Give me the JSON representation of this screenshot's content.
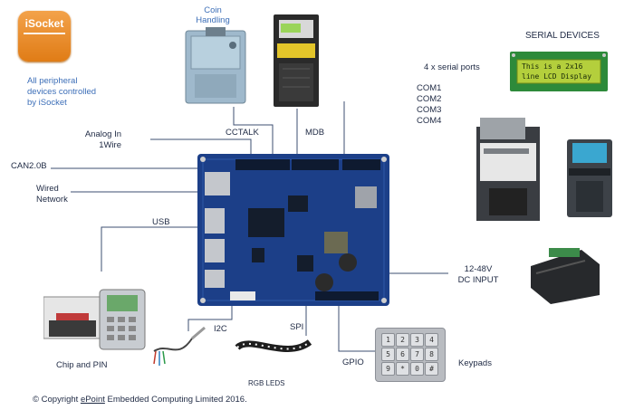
{
  "logo": {
    "text": "iSocket",
    "color": "#e8891f"
  },
  "caption_isocket": [
    "All peripheral",
    "devices controlled",
    "by iSocket"
  ],
  "coin_handling": [
    "Coin",
    "Handling"
  ],
  "serial_devices_title": "SERIAL DEVICES",
  "serial_ports_label": "4 x serial ports",
  "com_ports": [
    "COM1",
    "COM2",
    "COM3",
    "COM4"
  ],
  "lcd_lines": [
    "This is a 2x16",
    "line LCD Display"
  ],
  "analog_in": [
    "Analog In",
    "1Wire"
  ],
  "cctalk": "CCTALK",
  "mdb": "MDB",
  "can": "CAN2.0B",
  "wired_network": [
    "Wired",
    "Network"
  ],
  "usb": "USB",
  "power": [
    "12-48V",
    "DC INPUT"
  ],
  "i2c": "I2C",
  "spi": "SPI",
  "gpio": "GPIO",
  "keypads": "Keypads",
  "rgb_leds": "RGB LEDS",
  "chip_and_pin": "Chip and PIN",
  "keypad_keys": [
    "1",
    "2",
    "3",
    "4",
    "5",
    "6",
    "7",
    "8",
    "9",
    "*",
    "0",
    "#"
  ],
  "copyright_prefix": "© Copyright ",
  "copyright_link": "ePoint",
  "copyright_suffix": " Embedded Computing Limited 2016.",
  "colors": {
    "accent_blue": "#3d6fb8",
    "text": "#1f2a44",
    "line": "#3c4f72",
    "board": "#1c3f88",
    "lcd": "#b4cf3c"
  }
}
